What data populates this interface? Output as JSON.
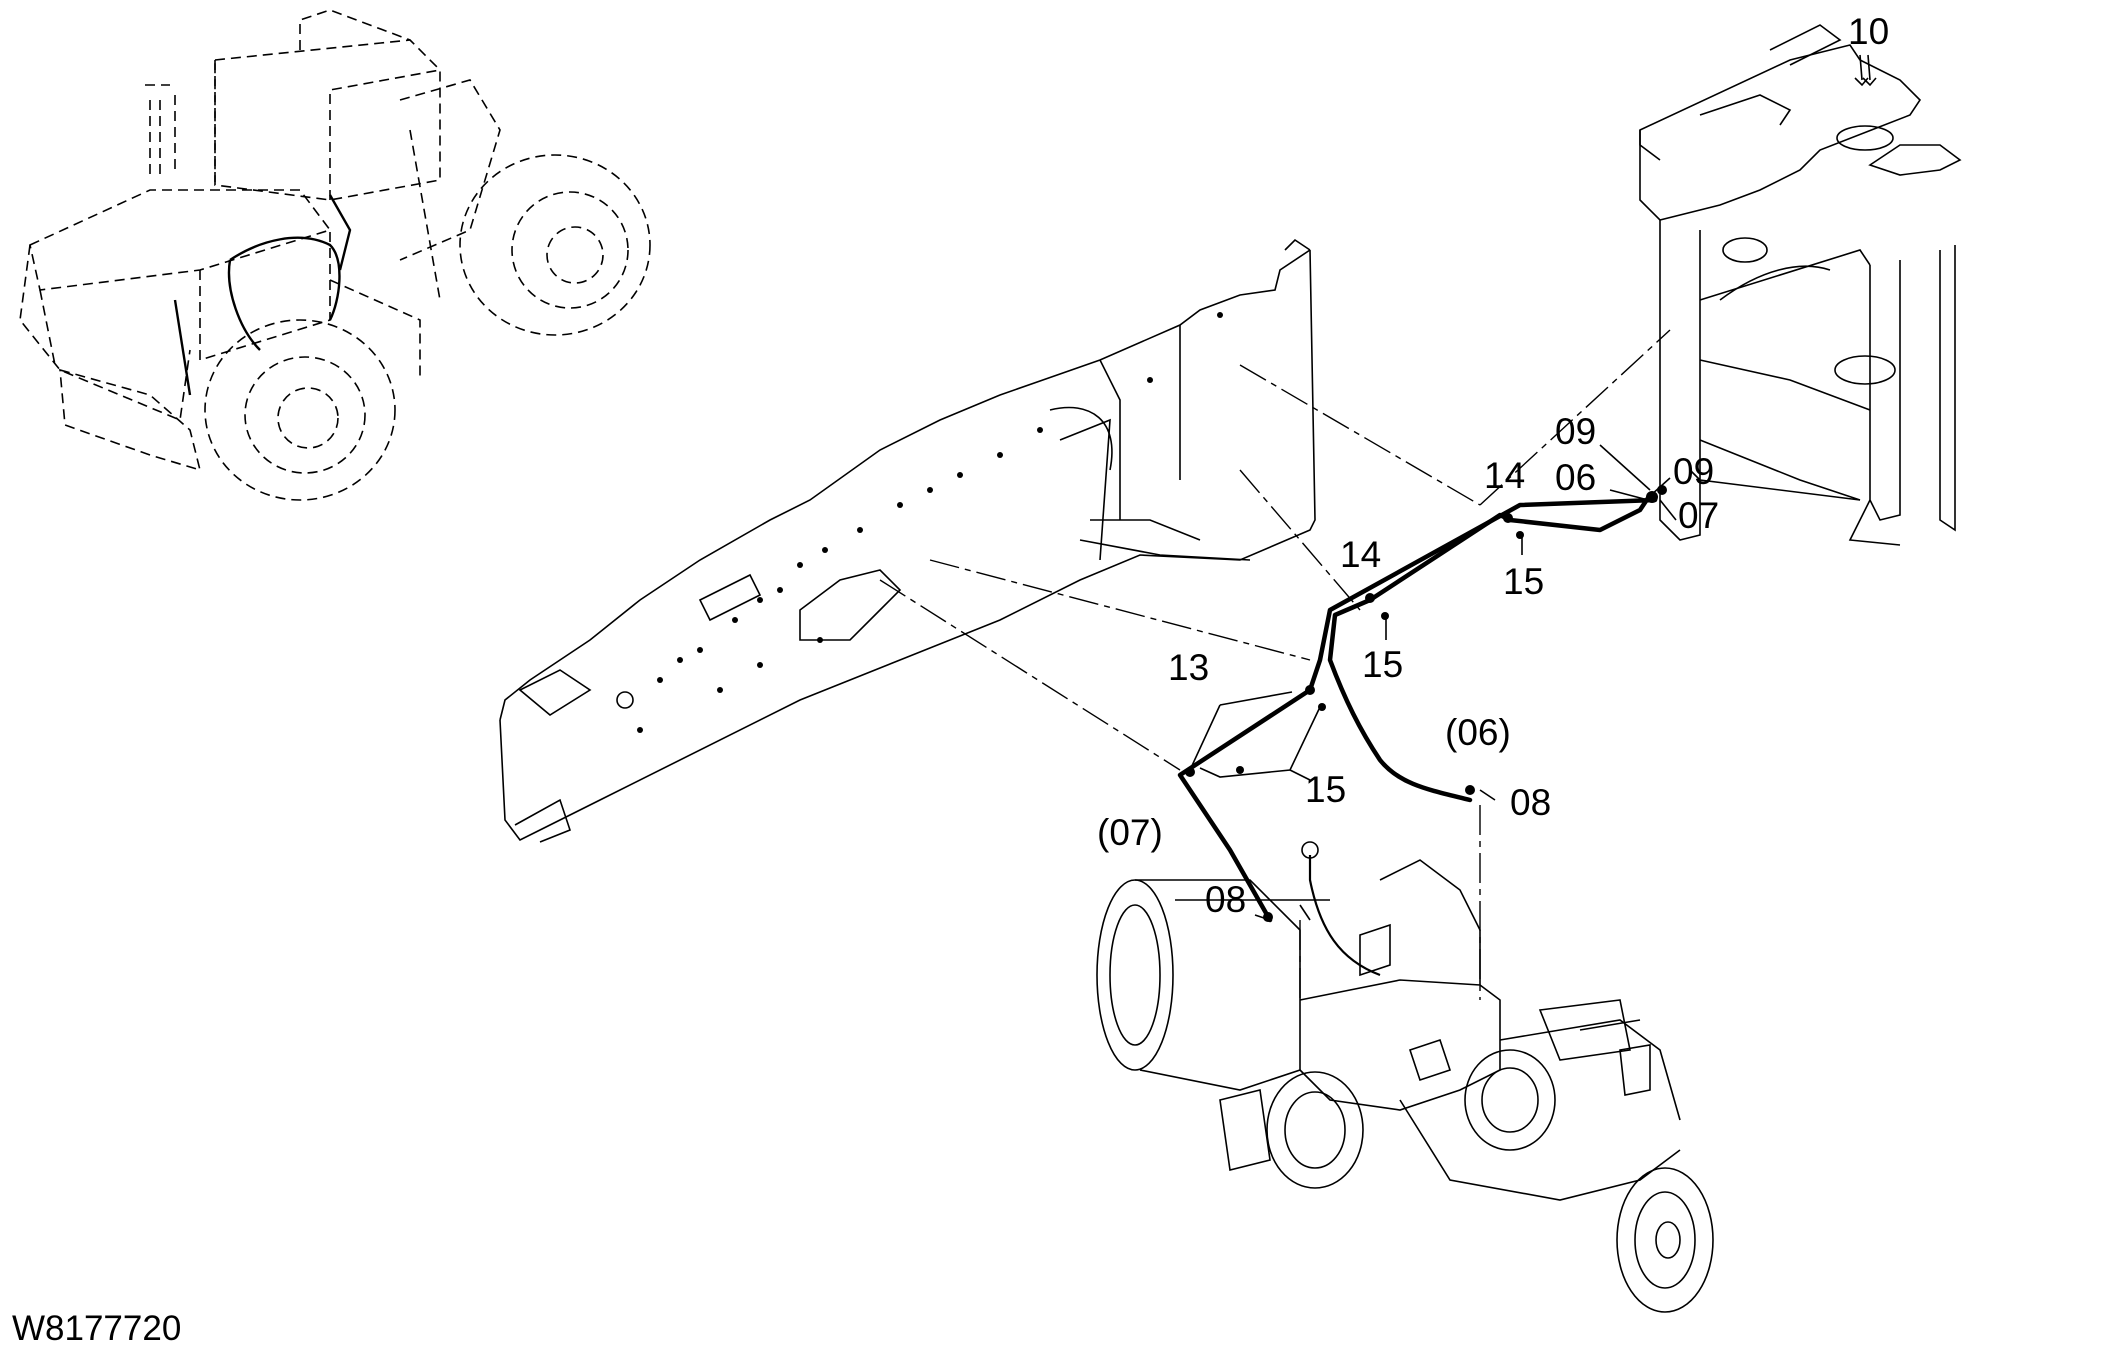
{
  "drawing_id": "W8177720",
  "callouts": {
    "c10": "10",
    "c09a": "09",
    "c09b": "09",
    "c06": "06",
    "c07": "07",
    "c14a": "14",
    "c14b": "14",
    "c15a": "15",
    "c15b": "15",
    "c15c": "15",
    "c13": "13",
    "c06p": "(06)",
    "c07p": "(07)",
    "c08a": "08",
    "c08b": "08"
  }
}
